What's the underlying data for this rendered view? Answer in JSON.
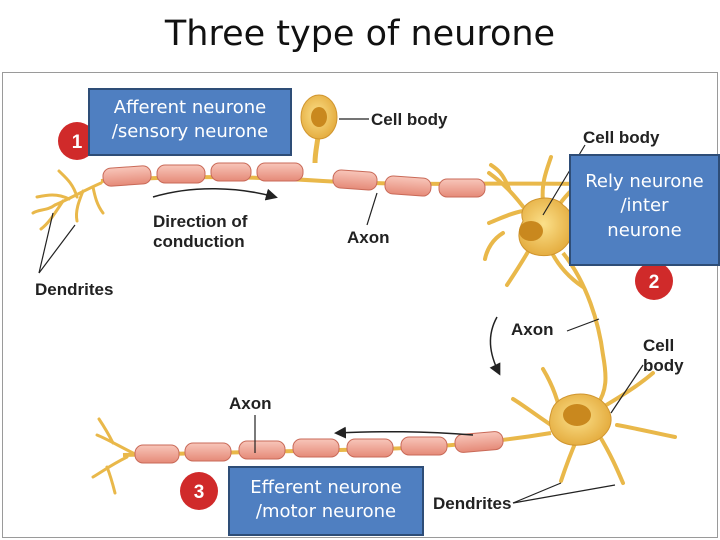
{
  "title": "Three type of neurone",
  "labels": {
    "cell_body_1": "Cell body",
    "cell_body_2": "Cell body",
    "cell_body_3_line1": "Cell",
    "cell_body_3_line2": "body",
    "axon_1": "Axon",
    "axon_2": "Axon",
    "axon_3": "Axon",
    "dendrites_1": "Dendrites",
    "dendrites_2": "Dendrites",
    "direction_line1": "Direction of",
    "direction_line2": "conduction"
  },
  "badges": {
    "one": "1",
    "two": "2",
    "three": "3"
  },
  "callouts": {
    "afferent_line1": "Afferent neurone",
    "afferent_line2": "/sensory neurone",
    "relay_line1": "Rely neurone",
    "relay_line2": "/inter",
    "relay_line3": "neurone",
    "efferent_line1": "Efferent neurone",
    "efferent_line2": "/motor neurone"
  },
  "colors": {
    "callout_fill": "#4f7fc1",
    "callout_border": "#2e4d77",
    "badge_red": "#d02a2a",
    "myelin": "#f0a090",
    "cell_yellow": "#f2c24a"
  }
}
